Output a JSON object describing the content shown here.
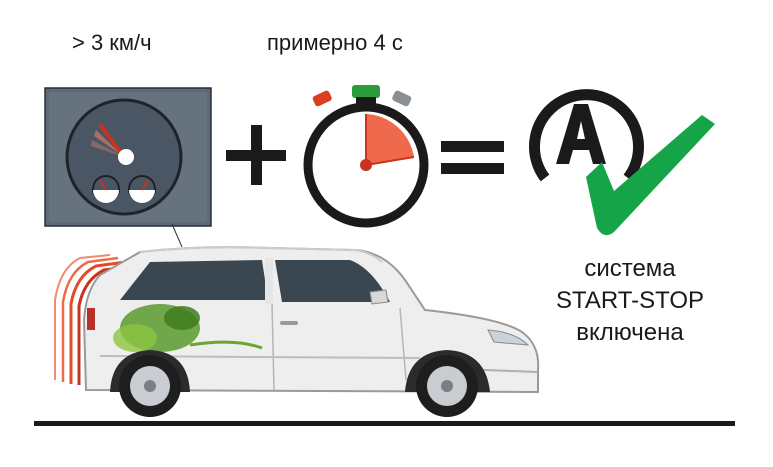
{
  "conditions": {
    "speed_label": "> 3 км/ч",
    "time_label": "примерно 4 с"
  },
  "result": {
    "line1": "система",
    "line2": "START-STOP",
    "line3": "включена"
  },
  "icons": {
    "speedometer": "speedometer-icon",
    "plus": "plus-icon",
    "stopwatch": "stopwatch-icon",
    "equals": "equals-icon",
    "auto_start_stop": "auto-start-stop-icon",
    "checkmark": "checkmark-icon",
    "car": "car-illustration"
  },
  "colors": {
    "panel": "#5e6a78",
    "gauge": "#4a5664",
    "needle": "#c8321e",
    "stopwatch_fill": "#ef6a4c",
    "check_green": "#15a548",
    "button_red": "#d8401f",
    "button_green": "#2a9c3c",
    "button_gray": "#8a8f94"
  }
}
